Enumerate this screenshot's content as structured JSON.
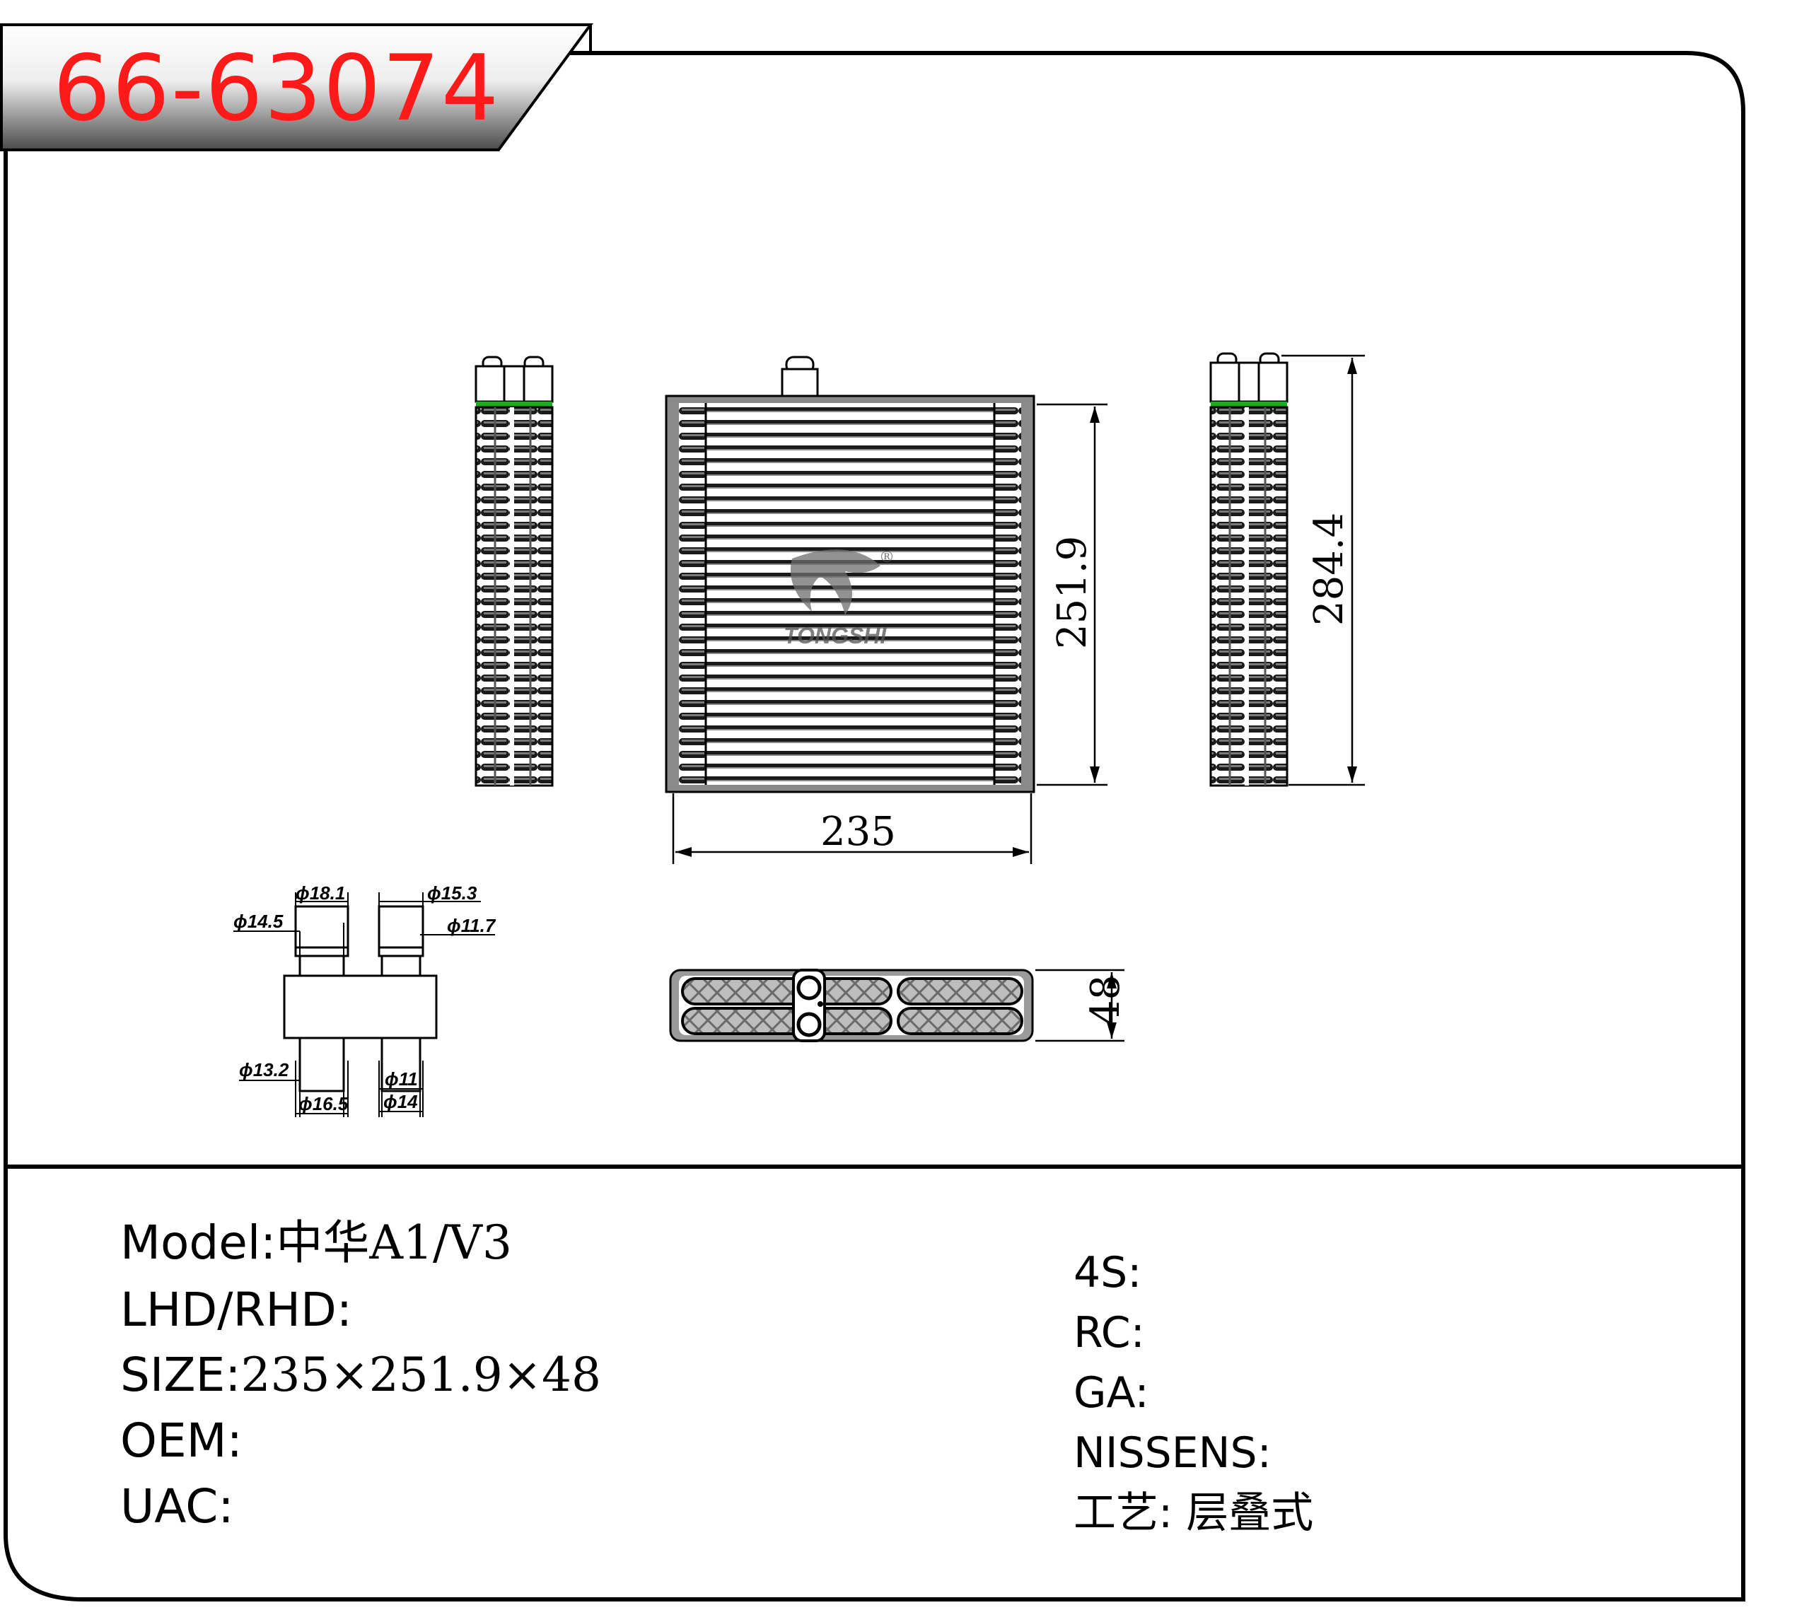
{
  "header": {
    "part_number": "66-63074"
  },
  "drawing": {
    "brand": "TONGSHI",
    "registered_mark": "®",
    "dimensions": {
      "width": "235",
      "height": "251.9",
      "overall_height": "284.4",
      "depth": "48"
    },
    "fitting_callouts": {
      "top_left_outer": "ϕ18.1",
      "top_left_inner": "ϕ14.5",
      "top_right_outer": "ϕ15.3",
      "top_right_inner": "ϕ11.7",
      "bottom_left_inner": "ϕ13.2",
      "bottom_left_outer": "ϕ16.5",
      "bottom_right_inner": "ϕ11",
      "bottom_right_outer": "ϕ14"
    }
  },
  "specs_left": [
    {
      "label": "Model:",
      "value": "中华A1/V3"
    },
    {
      "label": "LHD/RHD:",
      "value": ""
    },
    {
      "label": "SIZE:",
      "value": "235×251.9×48"
    },
    {
      "label": "OEM:",
      "value": ""
    },
    {
      "label": "UAC:",
      "value": ""
    }
  ],
  "specs_right": [
    {
      "label": "4S:",
      "value": ""
    },
    {
      "label": "RC:",
      "value": ""
    },
    {
      "label": "GA:",
      "value": ""
    },
    {
      "label": "NISSENS:",
      "value": ""
    },
    {
      "label": "工艺:",
      "value": "层叠式"
    }
  ],
  "colors": {
    "part_number": "#ff1a1a",
    "frame": "#000000",
    "seal": "#22aa22",
    "body_gray": "#8a8a8a"
  }
}
